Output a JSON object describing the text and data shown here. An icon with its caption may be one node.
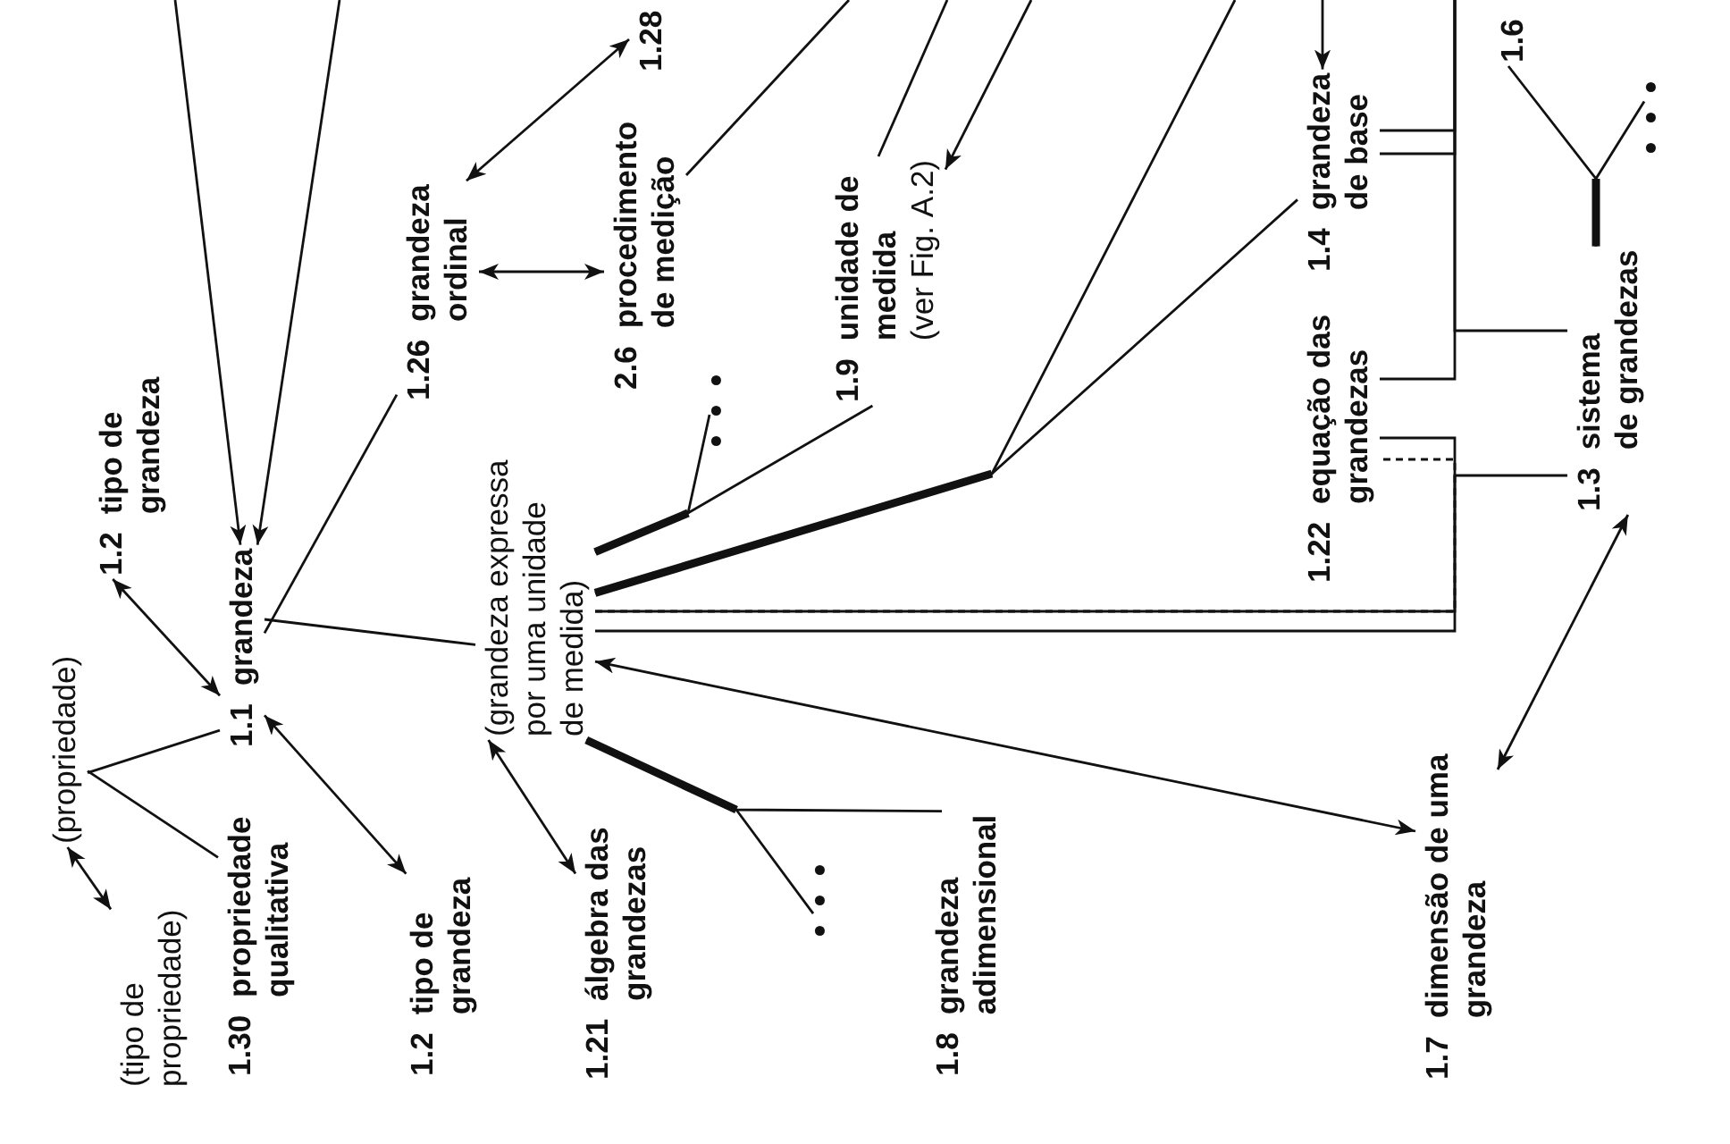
{
  "diagram": {
    "nodes": [
      {
        "text": [
          "(propriedade)"
        ]
      },
      {
        "text": [
          "(tipo de propriedade)"
        ]
      },
      {
        "text": [
          "1.2",
          "tipo de grandeza"
        ]
      },
      {
        "text": [
          "1.1",
          "grandeza"
        ]
      },
      {
        "text": [
          "1.30",
          "propriedade qualitativa"
        ]
      },
      {
        "text": [
          "1.2",
          "tipo de grandeza"
        ]
      },
      {
        "text": [
          "1.26",
          "grandeza ordinal"
        ]
      },
      {
        "text": [
          "(grandeza expressa por uma unidade de medida)"
        ]
      },
      {
        "text": [
          "1.21",
          "álgebra das grandezas"
        ]
      },
      {
        "text": [
          "2.6",
          "procedimento de medição"
        ]
      },
      {
        "text": [
          "1.28"
        ]
      },
      {
        "text": [
          "..."
        ]
      },
      {
        "text": [
          "..."
        ]
      },
      {
        "text": [
          "1.9",
          "unidade de medida",
          "(ver Fig. A.2)"
        ]
      },
      {
        "text": [
          "1.8",
          "grandeza adimensional"
        ]
      },
      {
        "text": [
          "1.4",
          "grandeza de base"
        ]
      },
      {
        "text": [
          "1.22",
          "equação das grandezas"
        ]
      },
      {
        "text": [
          "1.7",
          "dimensão de uma grandeza"
        ]
      },
      {
        "text": [
          "1.6"
        ]
      },
      {
        "text": [
          "1.3",
          "sistema de grandezas"
        ]
      },
      {
        "text": [
          "..."
        ]
      }
    ],
    "edges": [
      {
        "from": null,
        "to": 3,
        "arrow": "to"
      },
      {
        "from": null,
        "to": 3,
        "arrow": "to"
      },
      {
        "from": 2,
        "to": 3,
        "arrow": "both"
      },
      {
        "from": 0,
        "to": 3,
        "arrow": "none"
      },
      {
        "from": 0,
        "to": 4,
        "arrow": "none"
      },
      {
        "from": 0,
        "to": 1,
        "arrow": "both"
      },
      {
        "from": 3,
        "to": 5,
        "arrow": "both"
      },
      {
        "from": 3,
        "to": 7,
        "arrow": "none"
      },
      {
        "from": 3,
        "to": 6,
        "arrow": "none"
      },
      {
        "from": 6,
        "to": 10,
        "arrow": "both"
      },
      {
        "from": 6,
        "to": 9,
        "arrow": "both"
      },
      {
        "from": 9,
        "to": null,
        "arrow": "none"
      },
      {
        "from": 7,
        "to": 13,
        "arrow": "none"
      },
      {
        "from": 7,
        "to": 11,
        "arrow": "none"
      },
      {
        "from": 7,
        "to": 15,
        "arrow": "none"
      },
      {
        "from": 7,
        "to": null,
        "arrow": "none"
      },
      {
        "from": 7,
        "to": 16,
        "arrow": "none"
      },
      {
        "from": 7,
        "to": 19,
        "arrow": "none"
      },
      {
        "from": 7,
        "to": 16,
        "arrow": "none",
        "style": "dashed"
      },
      {
        "from": null,
        "to": 16,
        "arrow": "none"
      },
      {
        "from": null,
        "to": 19,
        "arrow": "none"
      },
      {
        "from": null,
        "to": 15,
        "arrow": "none"
      },
      {
        "from": null,
        "to": 15,
        "arrow": "none"
      },
      {
        "from": null,
        "to": 15,
        "arrow": "to"
      },
      {
        "from": null,
        "to": 13,
        "arrow": "to"
      },
      {
        "from": 13,
        "to": null,
        "arrow": "none"
      },
      {
        "from": 7,
        "to": 17,
        "arrow": "both"
      },
      {
        "from": 17,
        "to": 19,
        "arrow": "both"
      },
      {
        "from": 7,
        "to": 8,
        "arrow": "both"
      },
      {
        "from": 7,
        "to": 14,
        "arrow": "none"
      },
      {
        "from": 7,
        "to": 12,
        "arrow": "none"
      },
      {
        "from": 19,
        "to": 18,
        "arrow": "none"
      },
      {
        "from": 19,
        "to": 20,
        "arrow": "none"
      }
    ]
  }
}
